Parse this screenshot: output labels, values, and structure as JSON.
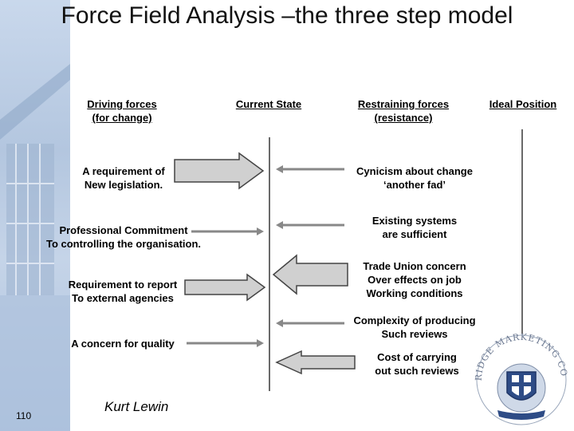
{
  "title": "Force Field Analysis –the three step model",
  "headers": {
    "driving": [
      "Driving forces",
      "(for change)"
    ],
    "current": "Current State",
    "restraining": [
      "Restraining forces",
      "(resistance)"
    ],
    "ideal": "Ideal Position"
  },
  "driving_forces": [
    {
      "lines": [
        "A requirement of",
        "New legislation."
      ]
    },
    {
      "lines": [
        "Professional Commitment",
        "To controlling the organisation."
      ]
    },
    {
      "lines": [
        "Requirement to report",
        "To external agencies"
      ]
    },
    {
      "lines": [
        "A concern for quality"
      ]
    }
  ],
  "restraining_forces": [
    {
      "lines": [
        "Cynicism about change",
        "‘another fad’"
      ]
    },
    {
      "lines": [
        "Existing systems",
        "are sufficient"
      ]
    },
    {
      "lines": [
        "Trade Union concern",
        "Over effects on job",
        "Working conditions"
      ]
    },
    {
      "lines": [
        "Complexity of producing",
        "Such reviews"
      ]
    },
    {
      "lines": [
        "Cost of carrying",
        "out such reviews"
      ]
    }
  ],
  "author": "Kurt Lewin",
  "page_number": "110",
  "logo_text": "CAMBRIDGE MARKETING COLLEGE",
  "colors": {
    "arrow_fill": "#d0d0d0",
    "arrow_stroke": "#444444",
    "line": "#6a6a6a",
    "sidebar": "#b8cbe4"
  }
}
